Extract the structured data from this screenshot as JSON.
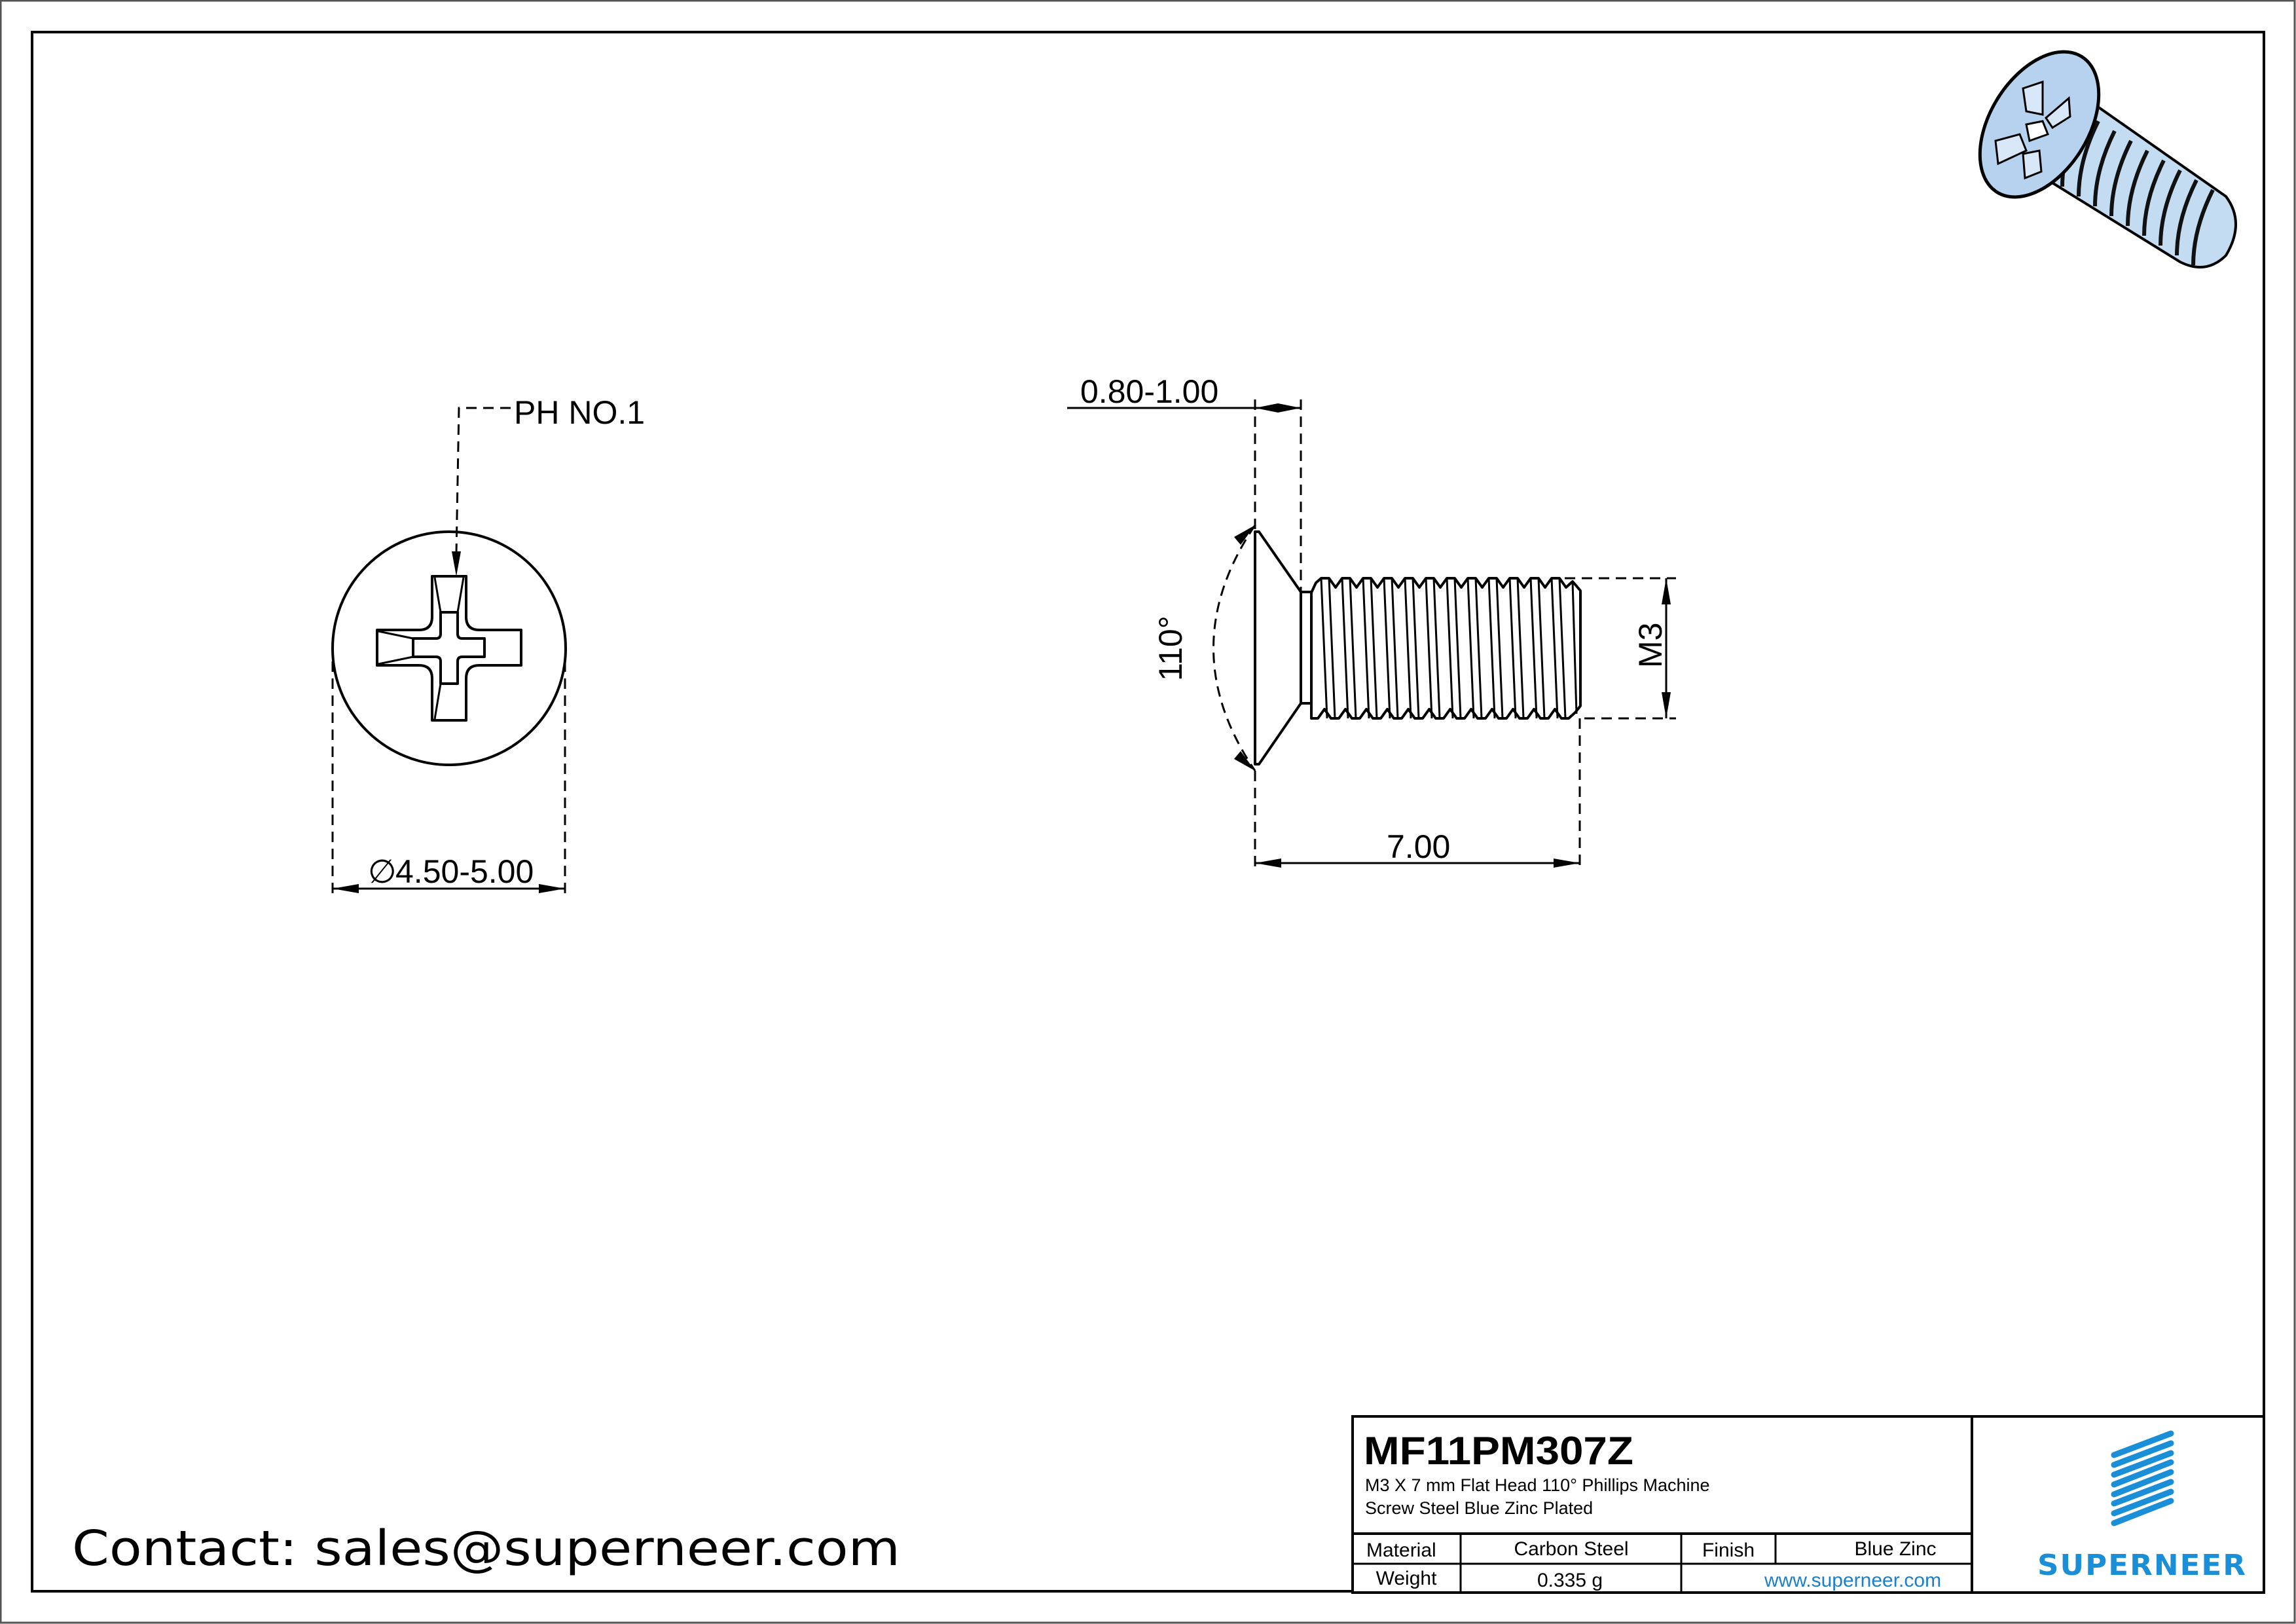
{
  "drawing": {
    "part_number": "MF11PM307Z",
    "description_line1": "M3 X 7 mm  Flat Head 110° Phillips Machine",
    "description_line2": "Screw Steel Blue Zinc Plated"
  },
  "title_block": {
    "material_label": "Material",
    "material_value": "Carbon Steel",
    "finish_label": "Finish",
    "finish_value": "Blue Zinc",
    "weight_label": "Weight",
    "weight_value": "0.335 g",
    "website": "www.superneer.com",
    "brand": "SUPERNEER",
    "brand_color": "#1a8fd8"
  },
  "top_view": {
    "drive_label": "PH NO.1",
    "diameter_symbol": "∅",
    "diameter_value": "4.50-5.00"
  },
  "side_view": {
    "head_height": "0.80-1.00",
    "head_angle": "110°",
    "thread_size": "M3",
    "length": "7.00"
  },
  "isometric_view": {
    "icon": "screw-3d-render-icon",
    "fill_color": "#b7d2ee"
  },
  "footer": {
    "contact": "Contact: sales@superneer.com"
  }
}
